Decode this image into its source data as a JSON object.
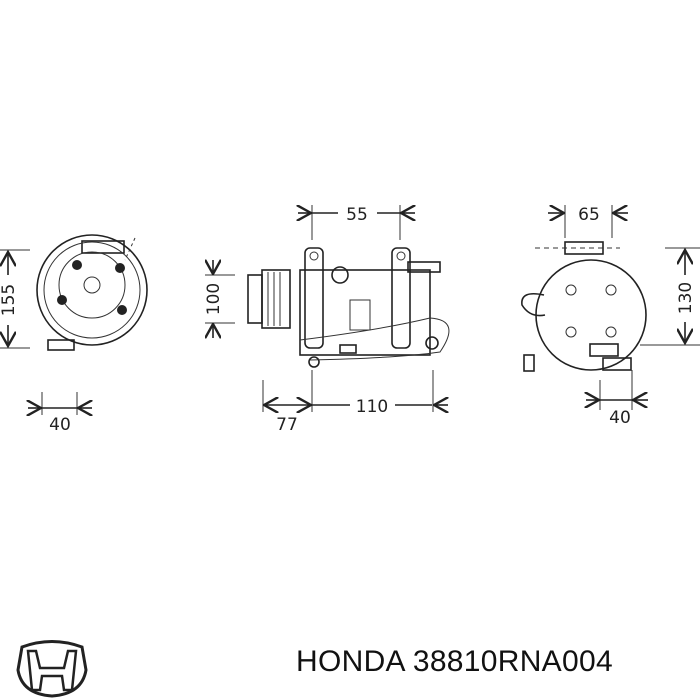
{
  "diagram": {
    "views": [
      {
        "name": "front-view",
        "dimensions": {
          "height": "155",
          "offset": "40"
        }
      },
      {
        "name": "side-view",
        "dimensions": {
          "top": "55",
          "height": "100",
          "pulley": "77",
          "length": "110"
        }
      },
      {
        "name": "rear-view",
        "dimensions": {
          "top": "65",
          "height": "130",
          "offset": "40"
        }
      }
    ]
  },
  "brand": {
    "logo": "honda-logo",
    "name": "HONDA",
    "part_number": "38810RNA004"
  }
}
